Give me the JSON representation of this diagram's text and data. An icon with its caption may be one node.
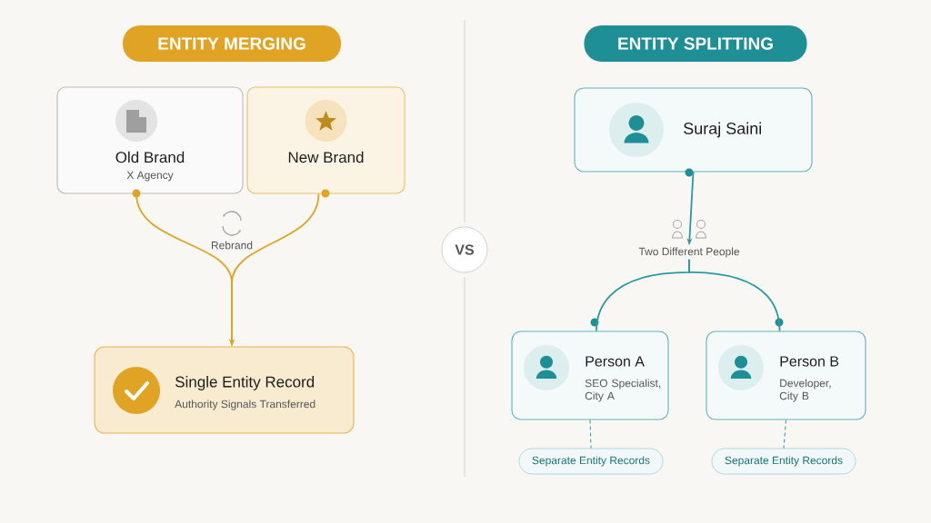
{
  "diagram": {
    "nodes": [
      {
        "text": [
          "ENTITY MERGING"
        ]
      },
      {
        "text": [
          "ENTITY SPLITTING"
        ]
      },
      {
        "text": [
          "Old Brand",
          "X Agency"
        ]
      },
      {
        "text": [
          "New Brand"
        ]
      },
      {
        "text": [
          "Single Entity Record",
          "Authority Signals Transferred"
        ]
      },
      {
        "text": [
          "VS"
        ]
      },
      {
        "text": [
          "Suraj Saini"
        ]
      },
      {
        "text": [
          "Two Different People"
        ]
      },
      {
        "text": [
          "Person A",
          "SEO Specialist, City A"
        ]
      },
      {
        "text": [
          "Person B",
          "Developer, City B"
        ]
      },
      {
        "text": [
          "Separate Entity Records"
        ]
      },
      {
        "text": [
          "Separate Entity Records"
        ]
      }
    ],
    "edges": [
      {
        "from": 2,
        "to": 4,
        "arrow": "to",
        "color": "#e0a323"
      },
      {
        "from": 3,
        "to": 4,
        "arrow": "to",
        "color": "#e0a323"
      },
      {
        "from": 6,
        "to": 7,
        "arrow": "to"
      },
      {
        "from": 7,
        "to": 8,
        "arrow": "none"
      },
      {
        "from": 7,
        "to": 9,
        "arrow": "none"
      },
      {
        "from": 8,
        "to": 10,
        "arrow": "none",
        "style": "dashed"
      },
      {
        "from": 9,
        "to": 11,
        "arrow": "none",
        "style": "dashed"
      }
    ],
    "labels": [
      "Rebrand"
    ]
  }
}
